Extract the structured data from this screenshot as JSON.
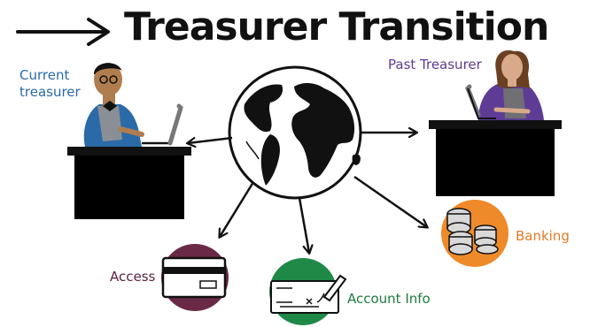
{
  "title": "Treasurer Transition",
  "labels": {
    "current_treasurer_line1": "Current",
    "current_treasurer_line2": "treasurer",
    "past_treasurer": "Past Treasurer",
    "access": "Access",
    "account_info": "Account Info",
    "banking": "Banking"
  },
  "colors": {
    "current_blue": "#2b6aa8",
    "past_purple": "#5e3c95",
    "access_maroon": "#6a2a47",
    "account_green": "#1f8a47",
    "banking_orange": "#ef8a2a",
    "ink": "#111111"
  },
  "icons": [
    "arrow-right-icon",
    "globe-icon",
    "credit-card-icon",
    "check-pen-icon",
    "coins-icon",
    "person-icon",
    "desk-icon",
    "laptop-icon"
  ]
}
